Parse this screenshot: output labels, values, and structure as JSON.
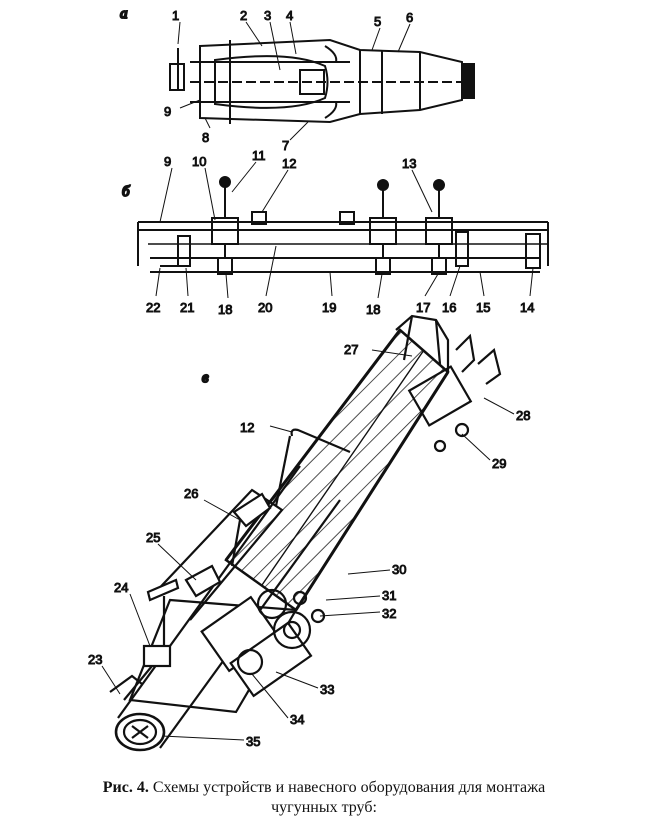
{
  "panels": {
    "a": "а",
    "b": "б",
    "c": "в"
  },
  "labels": {
    "a": [
      "1",
      "2",
      "3",
      "4",
      "5",
      "6",
      "7",
      "8",
      "9"
    ],
    "b": [
      "9",
      "10",
      "11",
      "12",
      "13",
      "14",
      "15",
      "16",
      "17",
      "18",
      "19",
      "18",
      "20",
      "21",
      "22"
    ],
    "c": [
      "12",
      "23",
      "24",
      "25",
      "26",
      "27",
      "28",
      "29",
      "30",
      "31",
      "32",
      "33",
      "34",
      "35"
    ]
  },
  "caption": {
    "lead": "Рис. 4.",
    "line1": "Схемы устройств и навесного оборудования для монтажа",
    "line2": "чугунных труб:"
  }
}
